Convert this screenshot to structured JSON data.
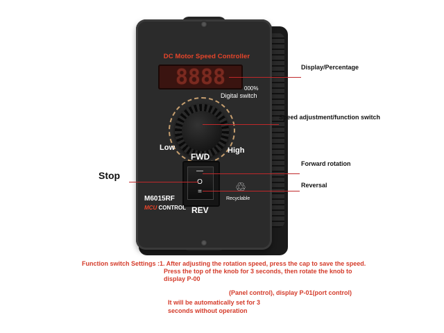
{
  "device": {
    "title": "DC Motor Speed Controller",
    "display_digits": "8888",
    "percent": "000%",
    "digital_switch": "Digital switch",
    "low_label": "Low",
    "high_label": "High",
    "fwd_label": "FWD",
    "rev_label": "REV",
    "model": "M6015RF",
    "mcu_prefix": "MCU",
    "mcu_suffix": "CONTROL",
    "recyclable": "Recyclable",
    "recycle_symbol": "♲",
    "switch_top": "—",
    "switch_mid": "O",
    "switch_bot": "="
  },
  "callouts": {
    "display": "Display/Percentage",
    "speed": "Speed adjustment/function switch",
    "forward": "Forward rotation",
    "stop": "Stop",
    "reversal": "Reversal"
  },
  "notes": {
    "line1": "Function switch Settings :1. After adjusting the rotation speed, press the cap to save the speed.",
    "line2": "Press the top of the knob for 3 seconds, then rotate the knob to",
    "line3": "display P-00",
    "line4": "(Panel control), display P-01(port control)",
    "line5": "It will be automatically set for 3",
    "line6": "seconds without operation"
  },
  "colors": {
    "accent_red": "#d43b2a",
    "panel": "#2b2b2b",
    "line": "#c0282a"
  }
}
